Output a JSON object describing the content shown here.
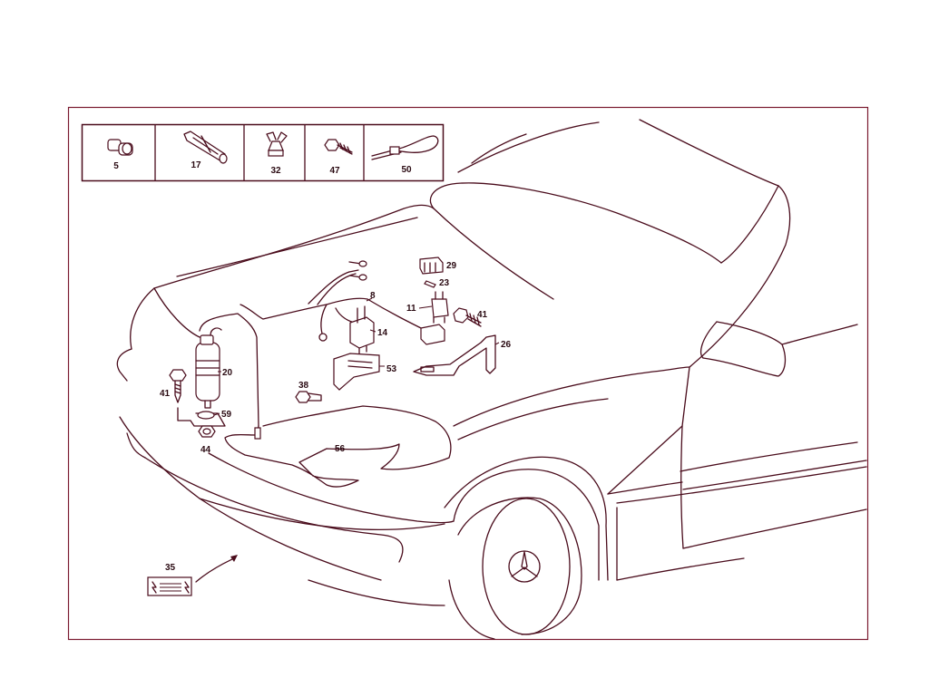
{
  "legend_box": {
    "items": [
      {
        "label": "5",
        "icon": "plug-icon"
      },
      {
        "label": "17",
        "icon": "connector-icon"
      },
      {
        "label": "32",
        "icon": "clip-icon"
      },
      {
        "label": "47",
        "icon": "screw-icon"
      },
      {
        "label": "50",
        "icon": "cable-tie-icon"
      }
    ]
  },
  "callouts": {
    "c29": "29",
    "c23": "23",
    "c8": "8",
    "c11": "11",
    "c41a": "41",
    "c14": "14",
    "c26": "26",
    "c20": "20",
    "c53": "53",
    "c41b": "41",
    "c38": "38",
    "c59": "59",
    "c44": "44",
    "c56": "56",
    "c35": "35"
  },
  "colors": {
    "line": "#4a0c1c",
    "text": "#2a0a12",
    "frame": "#7a1a30"
  }
}
